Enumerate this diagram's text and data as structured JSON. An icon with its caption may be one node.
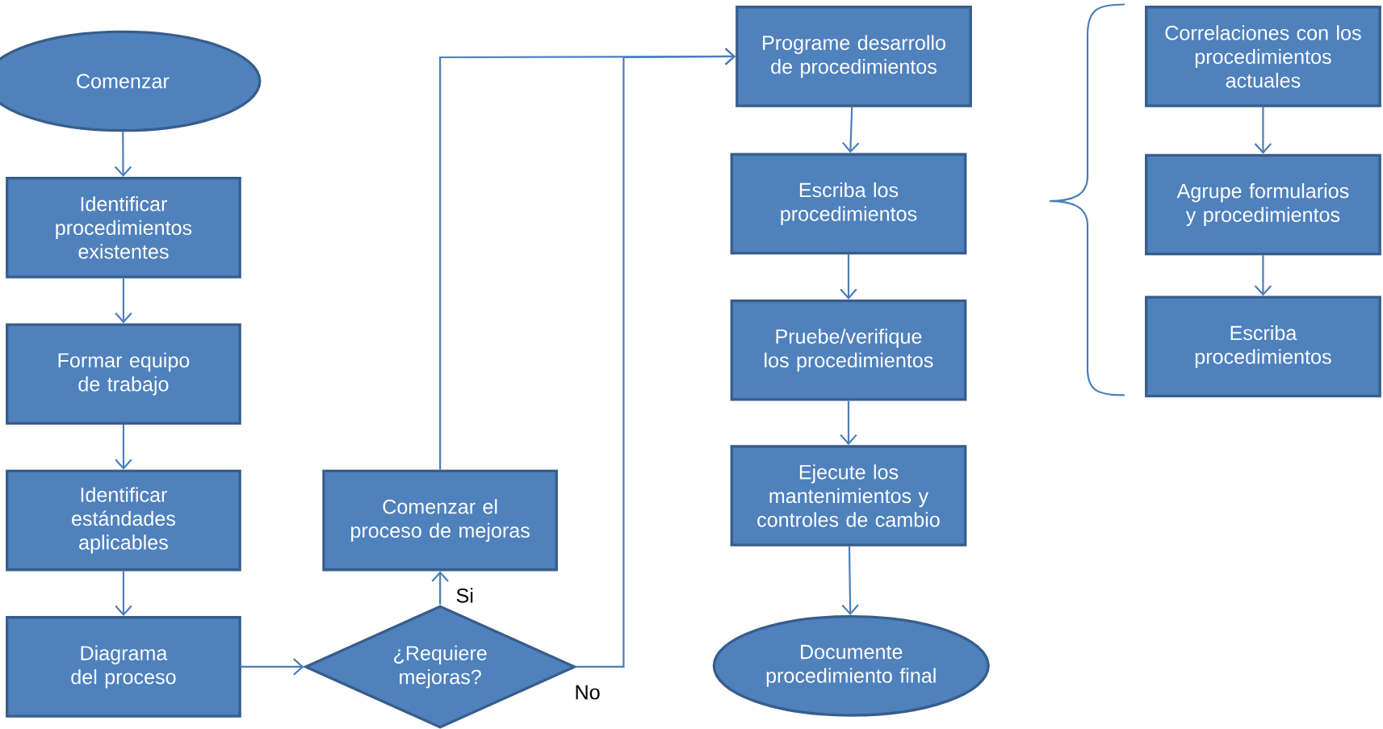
{
  "diagram": {
    "nodes": [
      {
        "text": [
          "Comenzar"
        ]
      },
      {
        "text": [
          "Identificar procedimientos existentes"
        ]
      },
      {
        "text": [
          "Formar equipo de trabajo"
        ]
      },
      {
        "text": [
          "Identificar estándades aplicables"
        ]
      },
      {
        "text": [
          "Diagrama del proceso"
        ]
      },
      {
        "text": [
          "¿Requiere mejoras?"
        ]
      },
      {
        "text": [
          "Comenzar el proceso de mejoras"
        ]
      },
      {
        "text": [
          "Programe desarrollo de procedimientos"
        ]
      },
      {
        "text": [
          "Escriba los procedimientos"
        ]
      },
      {
        "text": [
          "Pruebe/verifique los procedimientos"
        ]
      },
      {
        "text": [
          "Ejecute los mantenimientos y controles de cambio"
        ]
      },
      {
        "text": [
          "Documente procedimiento final"
        ]
      },
      {
        "text": [
          "Correlaciones con los procedimientos actuales"
        ]
      },
      {
        "text": [
          "Agrupe formularios y procedimientos"
        ]
      },
      {
        "text": [
          "Escriba procedimientos"
        ]
      }
    ],
    "edges": [
      {
        "from": 0,
        "to": 1,
        "arrow": "to"
      },
      {
        "from": 1,
        "to": 2,
        "arrow": "to"
      },
      {
        "from": 2,
        "to": 3,
        "arrow": "to"
      },
      {
        "from": 3,
        "to": 4,
        "arrow": "to"
      },
      {
        "from": 4,
        "to": 5,
        "arrow": "to"
      },
      {
        "from": 5,
        "to": 6,
        "arrow": "to",
        "label": "Si"
      },
      {
        "from": 5,
        "to": 7,
        "arrow": "to",
        "label": "No"
      },
      {
        "from": 6,
        "to": 7,
        "arrow": "to"
      },
      {
        "from": 7,
        "to": 8,
        "arrow": "to"
      },
      {
        "from": 8,
        "to": 9,
        "arrow": "to"
      },
      {
        "from": 9,
        "to": 10,
        "arrow": "to"
      },
      {
        "from": 10,
        "to": 11,
        "arrow": "to"
      },
      {
        "from": 12,
        "to": 13,
        "arrow": "to"
      },
      {
        "from": 13,
        "to": 14,
        "arrow": "to"
      }
    ]
  }
}
